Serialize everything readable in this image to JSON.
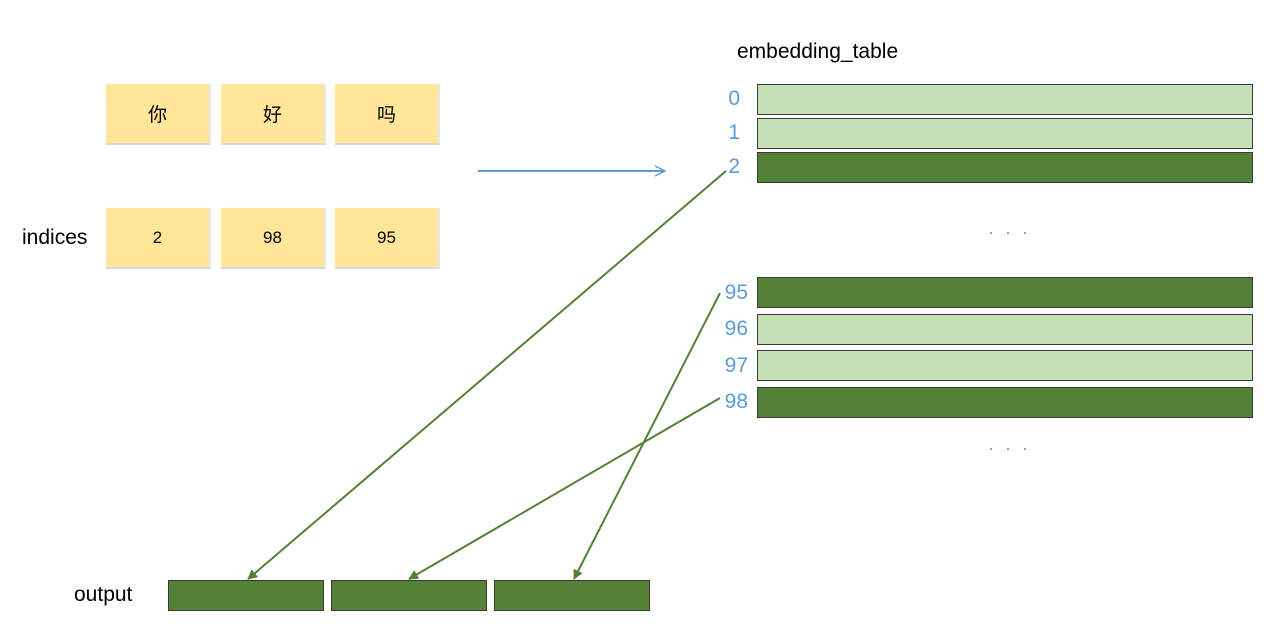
{
  "tokens": [
    "你",
    "好",
    "吗"
  ],
  "indices_label": "indices",
  "indices": [
    "2",
    "98",
    "95"
  ],
  "table_title": "embedding_table",
  "table_rows_top": [
    {
      "index": "0",
      "selected": false
    },
    {
      "index": "1",
      "selected": false
    },
    {
      "index": "2",
      "selected": true
    }
  ],
  "ellipsis_1": "· · ·",
  "table_rows_bottom": [
    {
      "index": "95",
      "selected": true
    },
    {
      "index": "96",
      "selected": false
    },
    {
      "index": "97",
      "selected": false
    },
    {
      "index": "98",
      "selected": true
    }
  ],
  "ellipsis_2": "· · ·",
  "output_label": "output",
  "output_count": 3,
  "colors": {
    "token_fill": "#ffe699",
    "row_light": "#c5e0b4",
    "row_dark": "#538135",
    "index_text": "#5b9bd5",
    "lookup_arrow": "#5b9bd5",
    "mapping_arrow": "#538135"
  }
}
